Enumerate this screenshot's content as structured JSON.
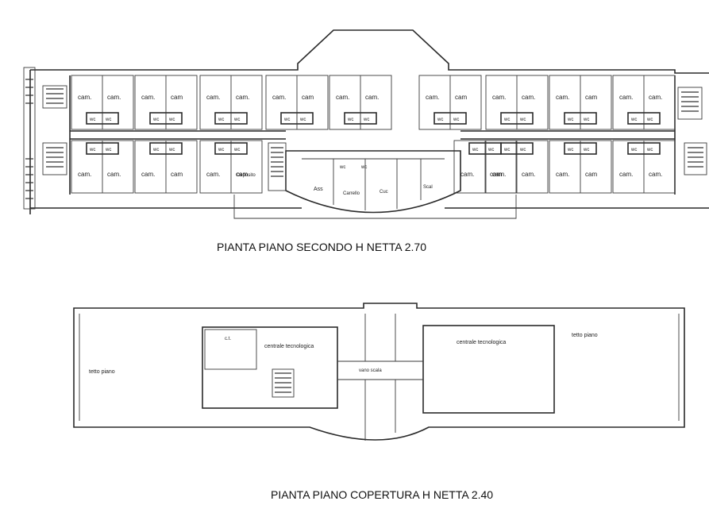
{
  "floor_second": {
    "caption": "PIANTA PIANO SECONDO H NETTA 2.70",
    "room_label": "cam.",
    "room_label_alt": "cam",
    "wc_label": "wc",
    "lower_labels": [
      "Ass",
      "Carrello",
      "Cuc",
      "Scal",
      "wc",
      "wc"
    ],
    "side_label": "Deposito"
  },
  "floor_roof": {
    "caption": "PIANTA PIANO COPERTURA H  NETTA 2.40",
    "left_label": "tetto piano",
    "right_label": "tetto piano",
    "cabin_label": "c.t.",
    "centrale_left": "centrale tecnologica",
    "centrale_right": "centrale tecnologica",
    "corridor_label": "vano scala"
  }
}
